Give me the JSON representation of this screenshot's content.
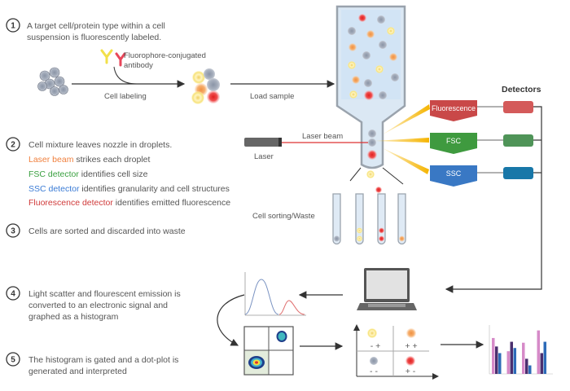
{
  "steps": [
    {
      "number": "1",
      "lines": [
        "A target cell/protein type within a cell",
        "suspension is fluorescently labeled."
      ]
    },
    {
      "number": "2",
      "lines": [
        "Cell mixture leaves nozzle in droplets."
      ],
      "items": [
        {
          "highlight": "Laser beam",
          "rest": " strikes each droplet",
          "color": "#f07f3c"
        },
        {
          "highlight": "FSC detector",
          "rest": " identifies cell size",
          "color": "#3aa040"
        },
        {
          "highlight": "SSC detector",
          "rest": " identifies granularity and cell structures",
          "color": "#3a7bd5"
        },
        {
          "highlight": "Fluorescence detector",
          "rest": " identifies emitted fluorescence",
          "color": "#d03a3a"
        }
      ]
    },
    {
      "number": "3",
      "lines": [
        "Cells are sorted and discarded into waste"
      ]
    },
    {
      "number": "4",
      "lines": [
        "Light scatter and flourescent emission is",
        "converted to an electronic signal and",
        "graphed as a histogram"
      ]
    },
    {
      "number": "5",
      "lines": [
        "The histogram is gated and a dot-plot is",
        "generated and interpreted"
      ]
    }
  ],
  "labels": {
    "antibody_1": "Fluorophore-conjugated",
    "antibody_2": "antibody",
    "cell_labeling": "Cell labeling",
    "load_sample": "Load sample",
    "laser_beam": "Laser beam",
    "laser": "Laser",
    "cell_sorting": "Cell sorting/Waste",
    "detectors": "Detectors"
  },
  "detectors": [
    {
      "label": "Fluorescence",
      "color": "#c94848",
      "cylinder": "#d45a5a"
    },
    {
      "label": "FSC",
      "color": "#3f9a3f",
      "cylinder": "#4f9458"
    },
    {
      "label": "SSC",
      "color": "#3978c4",
      "cylinder": "#1877a8"
    }
  ],
  "quadrants": {
    "top_left": "- +",
    "top_right": "+ +",
    "bottom_left": "- -",
    "bottom_right": "+ -"
  },
  "colors": {
    "laser_light": "#f5b400",
    "laser_line": "#d33",
    "arrow": "#333"
  },
  "mini_bar_chart": {
    "series_colors": [
      "#d68ac8",
      "#4b2f6e",
      "#2d6bb8"
    ],
    "groups": [
      [
        19,
        14.5,
        11
      ],
      [
        12,
        17,
        13.7
      ],
      [
        16.5,
        8,
        4.5
      ],
      [
        23,
        11,
        17
      ]
    ],
    "ylim": [
      0,
      25
    ]
  }
}
